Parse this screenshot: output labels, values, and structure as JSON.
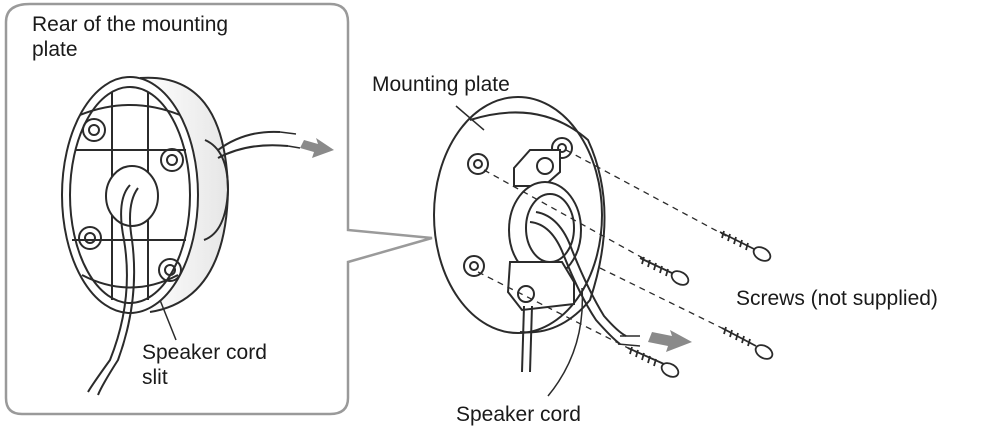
{
  "labels": {
    "rear_line1": "Rear of the mounting",
    "rear_line2": "plate",
    "mounting_plate": "Mounting plate",
    "screws": "Screws (not supplied)",
    "slit_line1": "Speaker cord",
    "slit_line2": "slit",
    "speaker_cord": "Speaker cord"
  },
  "colors": {
    "line": "#2b2b2b",
    "arrow": "#8a8a8a",
    "callout_border": "#9a9a9a"
  }
}
